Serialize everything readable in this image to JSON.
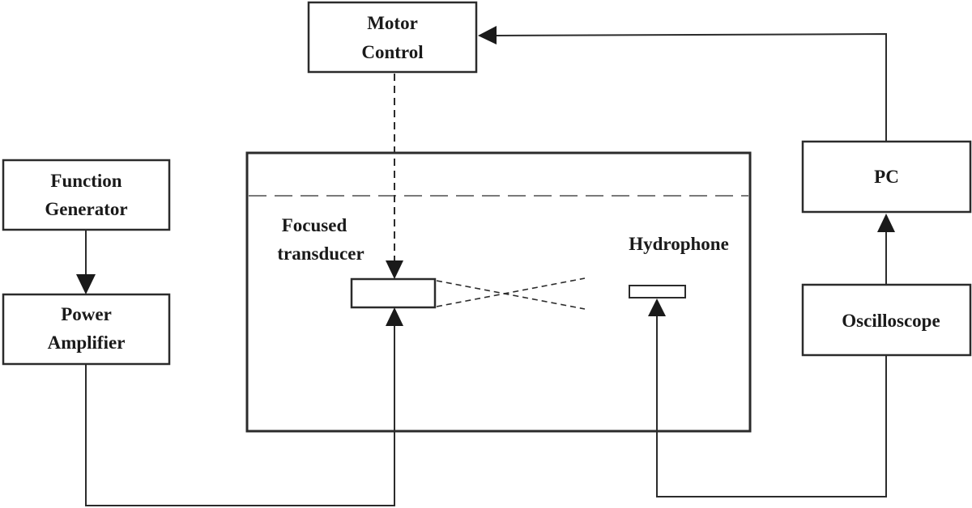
{
  "blocks": {
    "motor_control": {
      "line1": "Motor",
      "line2": "Control"
    },
    "function_generator": {
      "line1": "Function",
      "line2": "Generator"
    },
    "power_amplifier": {
      "line1": "Power",
      "line2": "Amplifier"
    },
    "pc": {
      "label": "PC"
    },
    "oscilloscope": {
      "label": "Oscilloscope"
    }
  },
  "tank_labels": {
    "transducer_line1": "Focused",
    "transducer_line2": "transducer",
    "hydrophone": "Hydrophone"
  },
  "colors": {
    "stroke": "#2b2b2b",
    "water_line": "#7a7a7a",
    "background": "#ffffff"
  }
}
